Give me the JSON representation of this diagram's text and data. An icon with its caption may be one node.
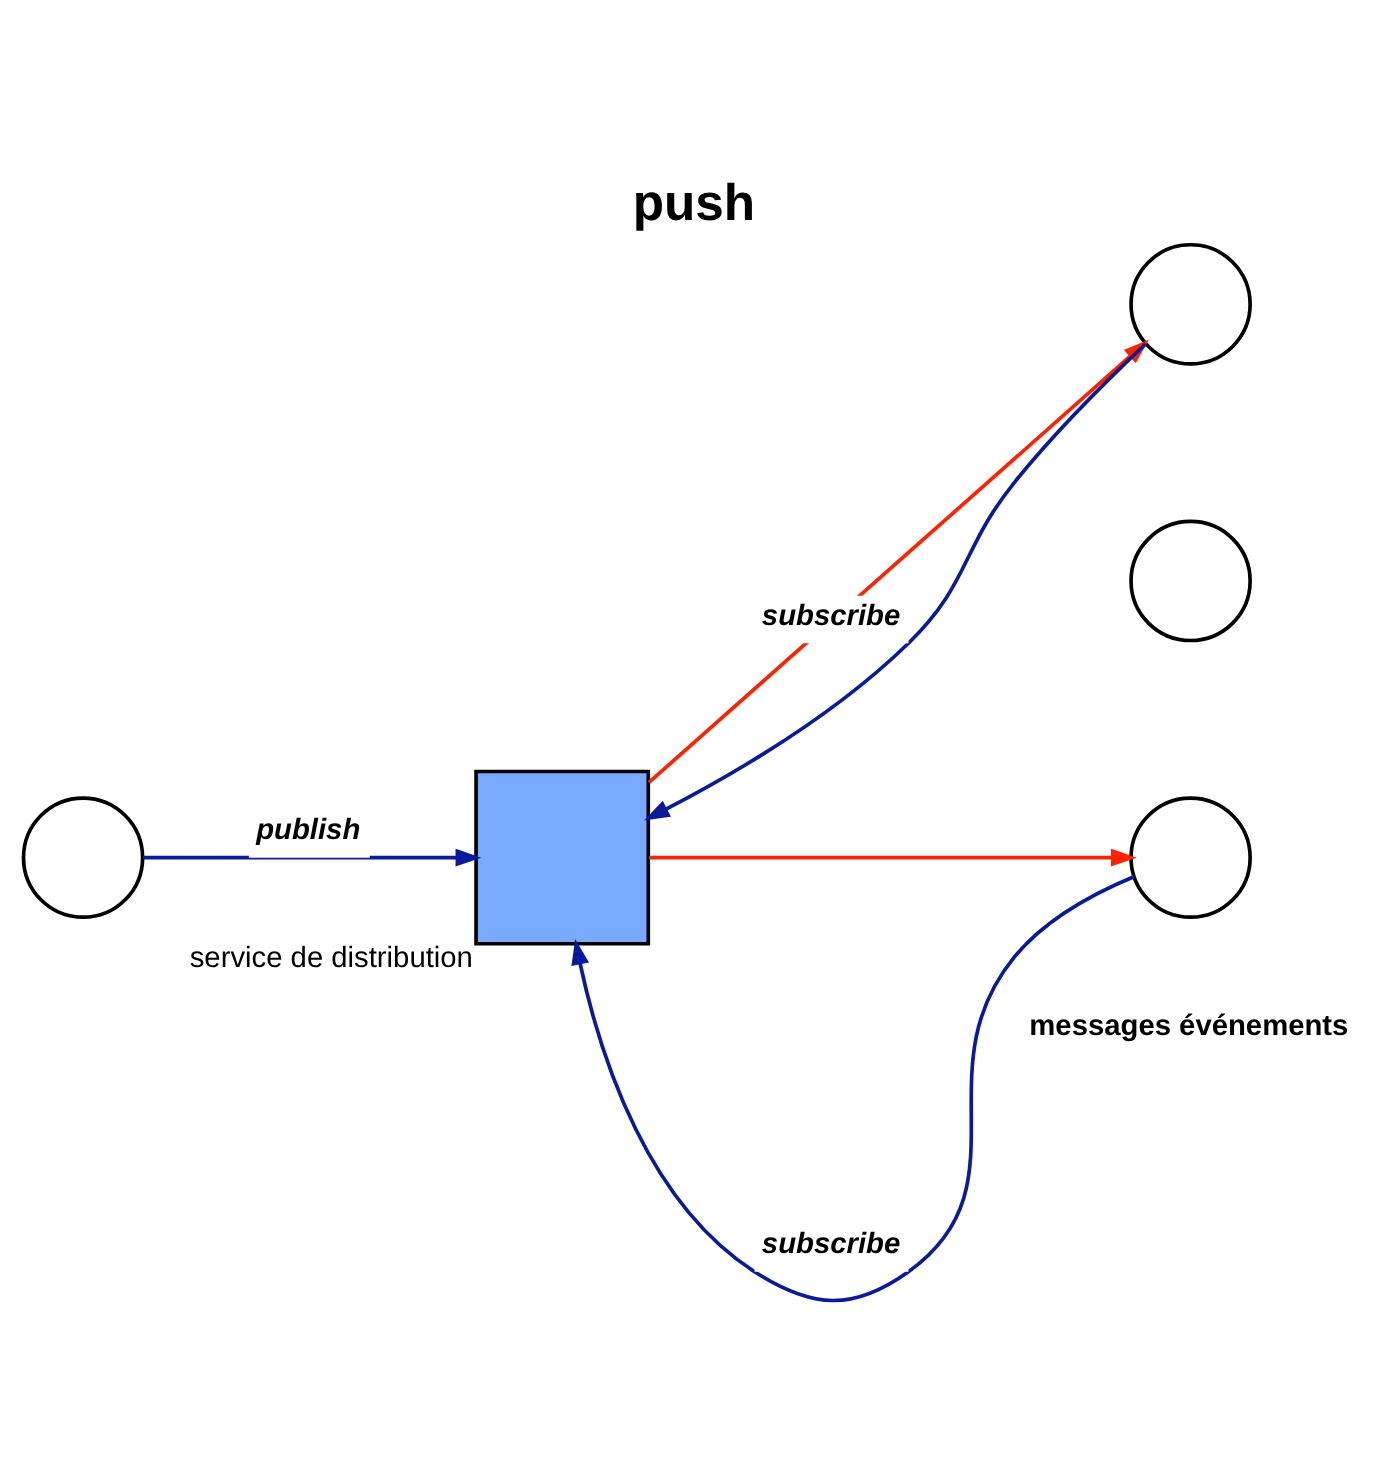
{
  "diagram": {
    "title": "push",
    "nodes": [
      {
        "text": [],
        "shape": "circle"
      },
      {
        "text": [],
        "shape": "box",
        "beside": [
          "service de distribution"
        ]
      },
      {
        "text": [],
        "shape": "circle"
      },
      {
        "text": [],
        "shape": "circle"
      },
      {
        "text": [],
        "shape": "circle"
      }
    ],
    "edges": [
      {
        "from": 0,
        "to": 1,
        "arrow": "to",
        "label": "publish"
      },
      {
        "from": 2,
        "to": 1,
        "arrow": "to",
        "label": "subscribe"
      },
      {
        "from": 1,
        "to": 2,
        "arrow": "to",
        "color": "#ff2200"
      },
      {
        "from": 1,
        "to": 4,
        "arrow": "to",
        "color": "#ff2200"
      },
      {
        "from": 4,
        "to": 1,
        "arrow": "to",
        "label": "subscribe"
      }
    ],
    "labels": [
      "messages événements"
    ]
  }
}
